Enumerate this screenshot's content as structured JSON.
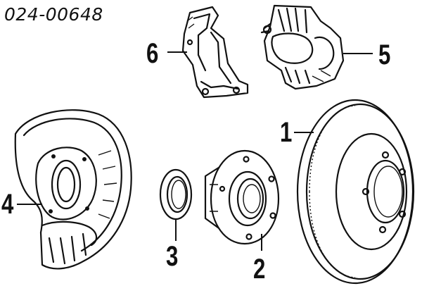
{
  "part_code": "024-00648",
  "callouts": [
    {
      "id": "1",
      "label": "1"
    },
    {
      "id": "2",
      "label": "2"
    },
    {
      "id": "3",
      "label": "3"
    },
    {
      "id": "4",
      "label": "4"
    },
    {
      "id": "5",
      "label": "5"
    },
    {
      "id": "6",
      "label": "6"
    }
  ]
}
